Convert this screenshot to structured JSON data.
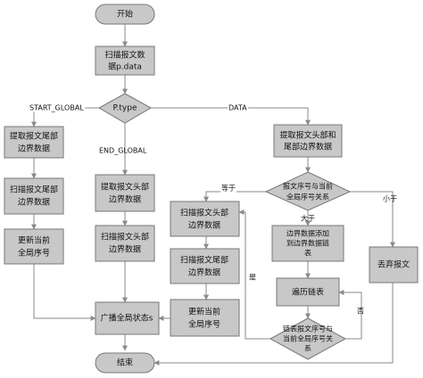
{
  "colors": {
    "box_fill": "#c8c8c8",
    "box_stroke": "#777777",
    "line": "#8a8a8a",
    "text": "#111111"
  },
  "nodes": {
    "start": "开始",
    "scan_data": [
      "扫描报文数",
      "据p.data"
    ],
    "ptype": "P.type",
    "sg_head": [
      "提取报文尾部",
      "边界数据"
    ],
    "sg_tail": [
      "扫描报文尾部",
      "边界数据"
    ],
    "sg_update": [
      "更新当前",
      "全局序号"
    ],
    "eg_extract": [
      "提取报文头部",
      "边界数据"
    ],
    "eg_scan": [
      "扫描报文头部",
      "边界数据"
    ],
    "data_extract": [
      "提取报文头部和",
      "尾部边界数据"
    ],
    "compare1": [
      "报文序号与当前",
      "全局序号关系"
    ],
    "eq_scan_head": [
      "扫描报文头部",
      "边界数据"
    ],
    "eq_scan_tail": [
      "扫描报文尾部",
      "边界数据"
    ],
    "eq_update": [
      "更新当前",
      "全局序号"
    ],
    "gt_add": [
      "边界数据添加",
      "到边界数据链",
      "表"
    ],
    "traverse": "遍历链表",
    "compare2": [
      "链表报文序号与",
      "当前全局序号关",
      "系"
    ],
    "discard": "丢弃报文",
    "broadcast": "广播全局状态s",
    "end": "结束"
  },
  "edge_labels": {
    "start_global": "START_GLOBAL",
    "data": "DATA",
    "end_global": "END_GLOBAL",
    "equal": "等于",
    "greater": "大于",
    "less": "小于",
    "yes": "是",
    "no": "否"
  }
}
